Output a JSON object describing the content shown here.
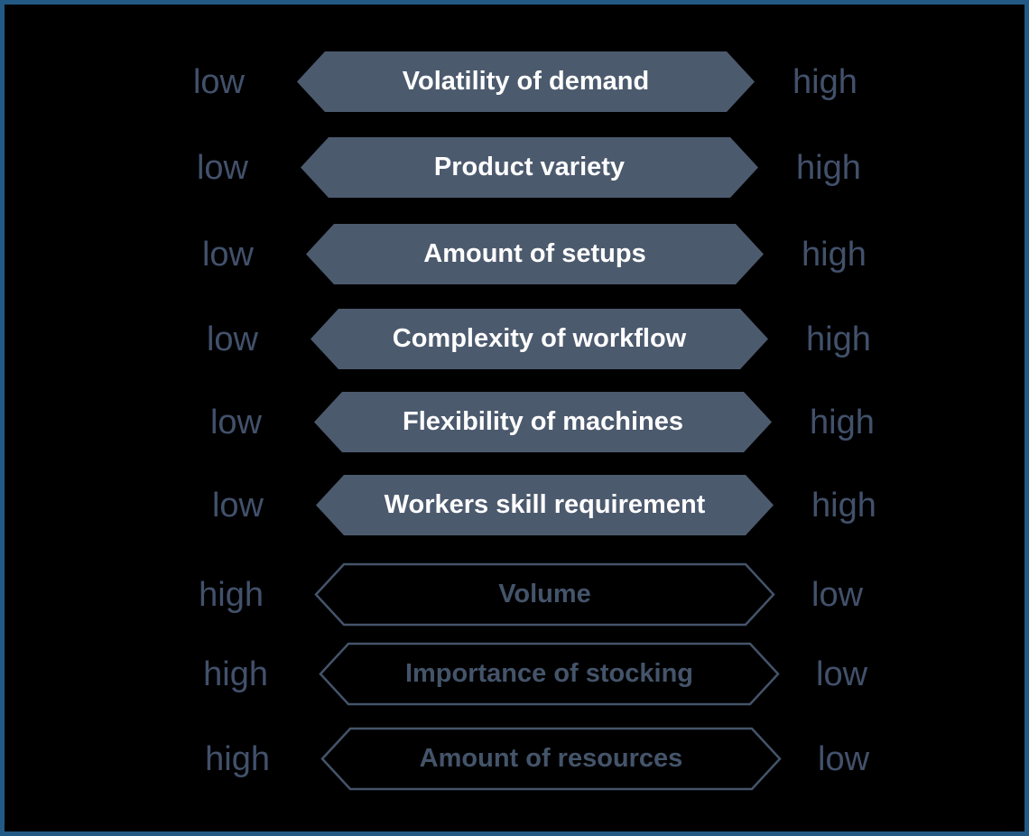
{
  "diagram": {
    "description": "Spectrum diagram of production characteristics with low/high double-ended arrows",
    "colors": {
      "arrow_fill": "#4C5A6E",
      "arrow_outline": "#44546A",
      "side_label": "#42516B",
      "filled_text": "#FFFFFF",
      "outlined_text": "#44546A",
      "frame": "#235A85",
      "background": "#000000"
    },
    "rows": [
      {
        "left": "low",
        "label": "Volatility of demand",
        "right": "high",
        "style": "filled"
      },
      {
        "left": "low",
        "label": "Product variety",
        "right": "high",
        "style": "filled"
      },
      {
        "left": "low",
        "label": "Amount of setups",
        "right": "high",
        "style": "filled"
      },
      {
        "left": "low",
        "label": "Complexity of workflow",
        "right": "high",
        "style": "filled"
      },
      {
        "left": "low",
        "label": "Flexibility of machines",
        "right": "high",
        "style": "filled"
      },
      {
        "left": "low",
        "label": "Workers skill requirement",
        "right": "high",
        "style": "filled"
      },
      {
        "left": "high",
        "label": "Volume",
        "right": "low",
        "style": "outlined"
      },
      {
        "left": "high",
        "label": "Importance of stocking",
        "right": "low",
        "style": "outlined"
      },
      {
        "left": "high",
        "label": "Amount of resources",
        "right": "low",
        "style": "outlined"
      }
    ]
  }
}
